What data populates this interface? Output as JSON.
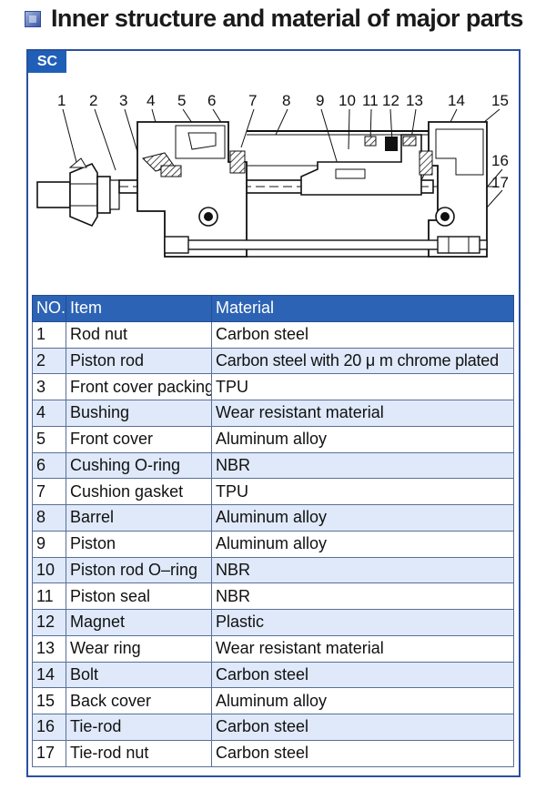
{
  "header": {
    "title": "Inner structure and material of major parts",
    "icon": "square-bullet-icon"
  },
  "diagram": {
    "tag": "SC",
    "callouts": [
      "1",
      "2",
      "3",
      "4",
      "5",
      "6",
      "7",
      "8",
      "9",
      "10",
      "11",
      "12",
      "13",
      "14",
      "15",
      "16",
      "17"
    ]
  },
  "table": {
    "headers": {
      "no": "NO.",
      "item": "Item",
      "material": "Material"
    },
    "rows": [
      {
        "no": "1",
        "item": "Rod nut",
        "material": "Carbon steel"
      },
      {
        "no": "2",
        "item": "Piston rod",
        "material": "Carbon steel with 20 μ m chrome plated"
      },
      {
        "no": "3",
        "item": "Front cover packing",
        "material": "TPU"
      },
      {
        "no": "4",
        "item": "Bushing",
        "material": "Wear resistant material"
      },
      {
        "no": "5",
        "item": "Front cover",
        "material": "Aluminum alloy"
      },
      {
        "no": "6",
        "item": "Cushing O-ring",
        "material": "NBR"
      },
      {
        "no": "7",
        "item": "Cushion gasket",
        "material": "TPU"
      },
      {
        "no": "8",
        "item": "Barrel",
        "material": "Aluminum alloy"
      },
      {
        "no": "9",
        "item": "Piston",
        "material": "Aluminum alloy"
      },
      {
        "no": "10",
        "item": "Piston rod O–ring",
        "material": "NBR"
      },
      {
        "no": "11",
        "item": "Piston seal",
        "material": "NBR"
      },
      {
        "no": "12",
        "item": "Magnet",
        "material": "Plastic"
      },
      {
        "no": "13",
        "item": "Wear ring",
        "material": "Wear resistant material"
      },
      {
        "no": "14",
        "item": "Bolt",
        "material": "Carbon steel"
      },
      {
        "no": "15",
        "item": "Back cover",
        "material": "Aluminum alloy"
      },
      {
        "no": "16",
        "item": "Tie-rod",
        "material": "Carbon steel"
      },
      {
        "no": "17",
        "item": "Tie-rod nut",
        "material": "Carbon steel"
      }
    ]
  },
  "colors": {
    "accent": "#2c63b5",
    "frame": "#2a4fa0",
    "row_alt": "#dfe9fa"
  }
}
